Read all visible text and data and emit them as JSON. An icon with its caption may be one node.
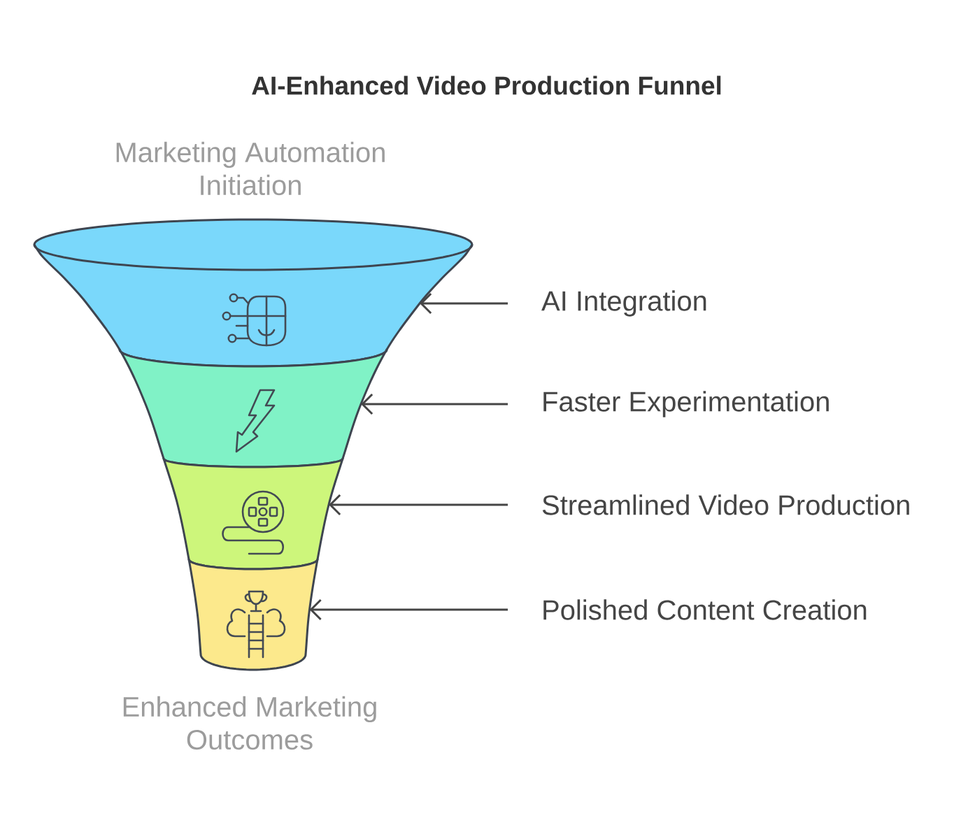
{
  "diagram": {
    "title": "AI-Enhanced Video Production Funnel",
    "nodes": [
      {
        "text": [],
        "shape": "band",
        "beside": [
          "Marketing Automation Initiation"
        ]
      },
      {
        "text": [],
        "shape": "band"
      },
      {
        "text": [],
        "shape": "band"
      },
      {
        "text": [],
        "shape": "band",
        "beside": [
          "Enhanced Marketing Outcomes"
        ]
      },
      {
        "text": [
          "AI Integration"
        ]
      },
      {
        "text": [
          "Faster Experimentation"
        ]
      },
      {
        "text": [
          "Streamlined Video Production"
        ]
      },
      {
        "text": [
          "Polished Content Creation"
        ]
      }
    ],
    "edges": [
      {
        "from": 4,
        "to": 0,
        "arrow": "to"
      },
      {
        "from": 5,
        "to": 1,
        "arrow": "to"
      },
      {
        "from": 6,
        "to": 2,
        "arrow": "to"
      },
      {
        "from": 7,
        "to": 3,
        "arrow": "to"
      }
    ]
  }
}
